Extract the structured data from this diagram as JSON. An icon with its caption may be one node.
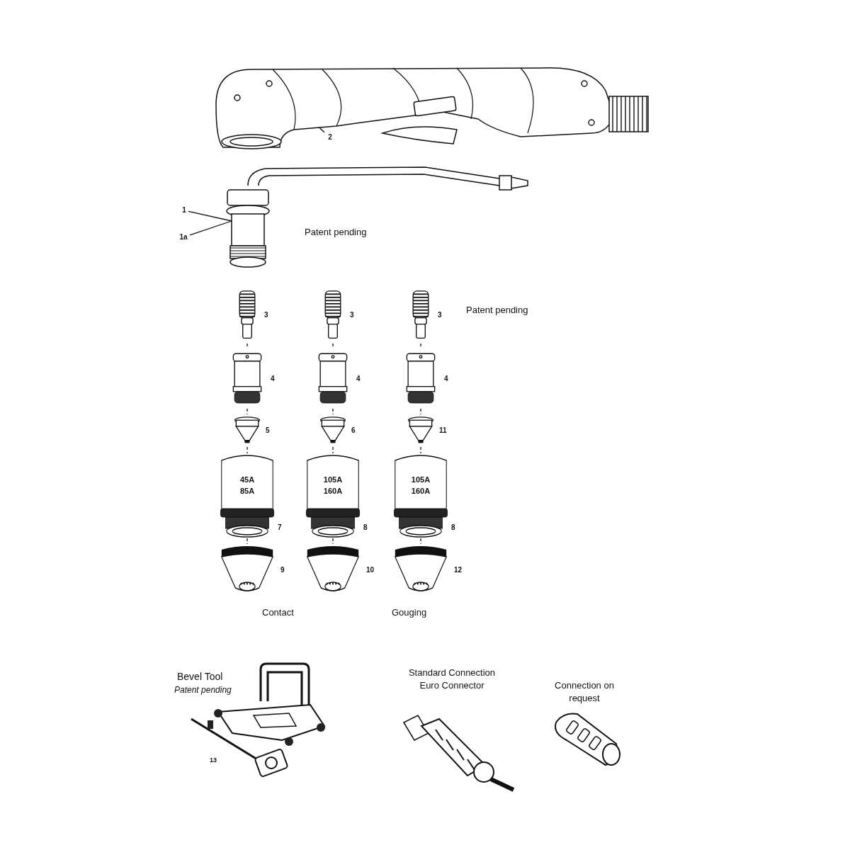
{
  "diagram": {
    "nodes": [
      {
        "text": [],
        "shape": "picture"
      },
      {
        "text": [
          "2"
        ]
      },
      {
        "text": [],
        "shape": "picture"
      },
      {
        "text": [
          "1"
        ]
      },
      {
        "text": [
          "1a"
        ]
      },
      {
        "text": [],
        "shape": "picture",
        "beside": [
          "3"
        ]
      },
      {
        "text": [],
        "shape": "picture",
        "beside": [
          "4"
        ]
      },
      {
        "text": [],
        "shape": "picture",
        "beside": [
          "5"
        ]
      },
      {
        "text": [
          "45A 85A"
        ],
        "beside": [
          "7"
        ]
      },
      {
        "text": [],
        "shape": "picture",
        "beside": [
          "9"
        ]
      },
      {
        "text": [],
        "shape": "picture",
        "beside": [
          "3"
        ]
      },
      {
        "text": [],
        "shape": "picture",
        "beside": [
          "4"
        ]
      },
      {
        "text": [],
        "shape": "picture",
        "beside": [
          "6"
        ]
      },
      {
        "text": [
          "105A 160A"
        ],
        "beside": [
          "8"
        ]
      },
      {
        "text": [],
        "shape": "picture",
        "beside": [
          "10"
        ]
      },
      {
        "text": [],
        "shape": "picture",
        "beside": [
          "3"
        ]
      },
      {
        "text": [],
        "shape": "picture",
        "beside": [
          "4"
        ]
      },
      {
        "text": [],
        "shape": "picture",
        "beside": [
          "11"
        ]
      },
      {
        "text": [
          "105A 160A"
        ],
        "beside": [
          "8"
        ]
      },
      {
        "text": [],
        "shape": "picture",
        "beside": [
          "12"
        ]
      }
    ],
    "edges": [
      {
        "from": 1,
        "to": 0,
        "arrow": "none"
      },
      {
        "from": 3,
        "to": 2,
        "arrow": "none"
      },
      {
        "from": 4,
        "to": 2,
        "arrow": "none"
      },
      {
        "from": 5,
        "to": 6,
        "arrow": "none",
        "style": "dashed"
      },
      {
        "from": 6,
        "to": 7,
        "arrow": "none",
        "style": "dashed"
      },
      {
        "from": 7,
        "to": 8,
        "arrow": "none",
        "style": "dashed"
      },
      {
        "from": 8,
        "to": 9,
        "arrow": "none",
        "style": "dashed"
      },
      {
        "from": 10,
        "to": 11,
        "arrow": "none",
        "style": "dashed"
      },
      {
        "from": 11,
        "to": 12,
        "arrow": "none",
        "style": "dashed"
      },
      {
        "from": 12,
        "to": 13,
        "arrow": "none",
        "style": "dashed"
      },
      {
        "from": 13,
        "to": 14,
        "arrow": "none",
        "style": "dashed"
      },
      {
        "from": 15,
        "to": 16,
        "arrow": "none",
        "style": "dashed"
      },
      {
        "from": 16,
        "to": 17,
        "arrow": "none",
        "style": "dashed"
      },
      {
        "from": 17,
        "to": 18,
        "arrow": "none",
        "style": "dashed"
      },
      {
        "from": 18,
        "to": 19,
        "arrow": "none",
        "style": "dashed"
      }
    ],
    "labels": [
      "Patent pending",
      "Patent pending",
      "Contact",
      "Gouging",
      "Bevel Tool",
      "Patent pending",
      "13",
      "Standard Connection Euro Connector",
      "Connection on request"
    ]
  }
}
